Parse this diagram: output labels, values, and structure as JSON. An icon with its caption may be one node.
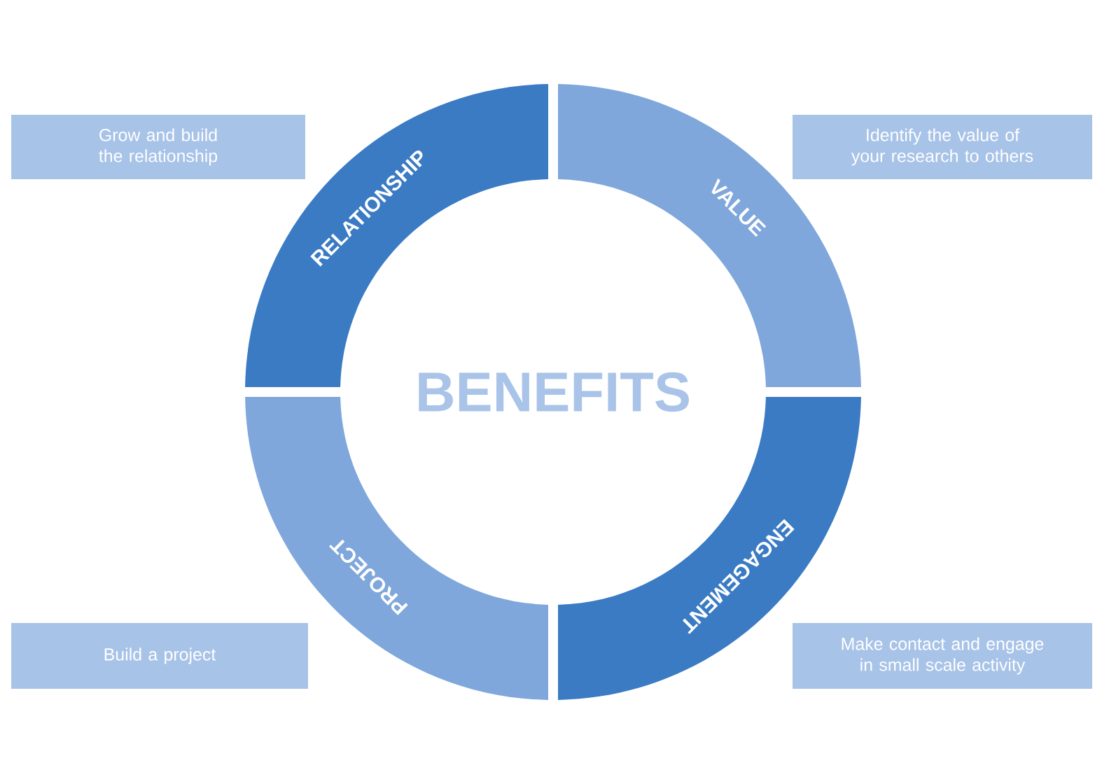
{
  "diagram": {
    "nodes": [
      {
        "text": [
          "RELATIONSHIP"
        ]
      },
      {
        "text": [
          "VALUE"
        ]
      },
      {
        "text": [
          "ENGAGEMENT"
        ]
      },
      {
        "text": [
          "PROJECT"
        ]
      },
      {
        "text": [
          "Grow and build the relationship"
        ]
      },
      {
        "text": [
          "Identify the value of your research to others"
        ]
      },
      {
        "text": [
          "Make contact and engage in small scale activity"
        ]
      },
      {
        "text": [
          "Build a project"
        ]
      }
    ],
    "labels": [
      "BENEFITS"
    ]
  }
}
